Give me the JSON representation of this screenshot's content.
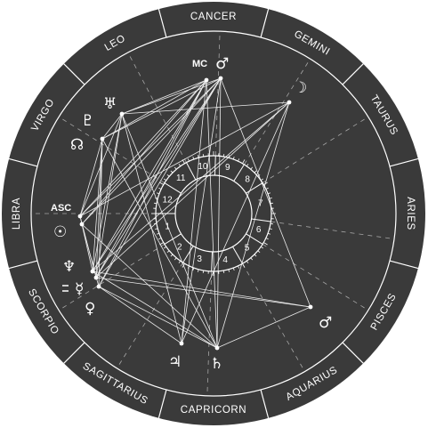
{
  "colors": {
    "background": "#ffffff",
    "wheel": "#3a3a3a",
    "ink": "#ffffff"
  },
  "zodiac": [
    {
      "sign": "CANCER",
      "angle": 90
    },
    {
      "sign": "GEMINI",
      "angle": 60
    },
    {
      "sign": "TAURUS",
      "angle": 30
    },
    {
      "sign": "ARIES",
      "angle": 0
    },
    {
      "sign": "PISCES",
      "angle": -30
    },
    {
      "sign": "AQUARIUS",
      "angle": -60
    },
    {
      "sign": "CAPRICORN",
      "angle": -90
    },
    {
      "sign": "SAGITTARIUS",
      "angle": -120
    },
    {
      "sign": "SCORPIO",
      "angle": -150
    },
    {
      "sign": "LIBRA",
      "angle": 180
    },
    {
      "sign": "VIRGO",
      "angle": 150
    },
    {
      "sign": "LEO",
      "angle": 120
    }
  ],
  "houses": [
    "1",
    "2",
    "3",
    "4",
    "5",
    "6",
    "7",
    "8",
    "9",
    "10",
    "11",
    "12"
  ],
  "angles": {
    "mc": "MC",
    "asc": "ASC"
  },
  "planets": [
    {
      "name": "mars-mc",
      "glyph": "♂"
    },
    {
      "name": "moon",
      "glyph": "☽"
    },
    {
      "name": "uranus",
      "glyph": "♅"
    },
    {
      "name": "pluto",
      "glyph": "♇"
    },
    {
      "name": "node",
      "glyph": "☊"
    },
    {
      "name": "sun",
      "glyph": "☉"
    },
    {
      "name": "neptune",
      "glyph": "♆"
    },
    {
      "name": "mercury",
      "glyph": "☿"
    },
    {
      "name": "venus",
      "glyph": "♀"
    },
    {
      "name": "jupiter",
      "glyph": "♃"
    },
    {
      "name": "saturn",
      "glyph": "♄"
    },
    {
      "name": "mars",
      "glyph": "♂"
    }
  ]
}
